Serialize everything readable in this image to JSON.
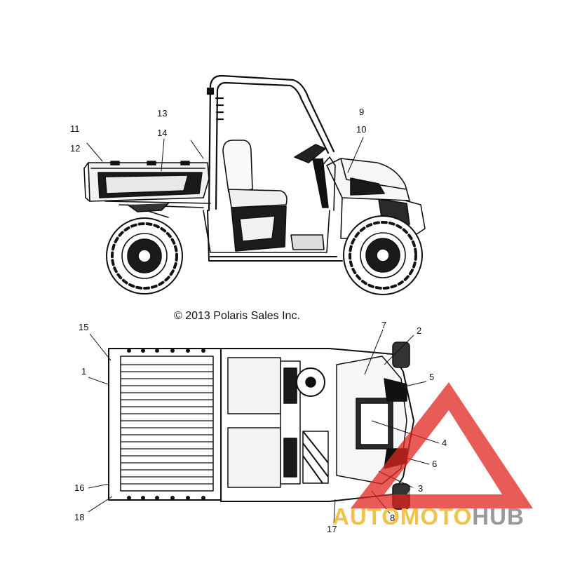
{
  "copyright": "© 2013 Polaris Sales Inc.",
  "callouts": {
    "n1": "1",
    "n2": "2",
    "n3": "3",
    "n4": "4",
    "n5": "5",
    "n6": "6",
    "n7": "7",
    "n8": "8",
    "n9": "9",
    "n10": "10",
    "n11": "11",
    "n12": "12",
    "n13": "13",
    "n14": "14",
    "n15": "15",
    "n16": "16",
    "n17": "17",
    "n18": "18"
  },
  "watermark": {
    "word1": "AUTOMOTO",
    "word2": "HUB",
    "colors": {
      "triangle": "#e0261f",
      "word1": "#f0c24a",
      "word2": "#9a9a9a"
    }
  },
  "views": [
    "side-view",
    "top-view"
  ]
}
